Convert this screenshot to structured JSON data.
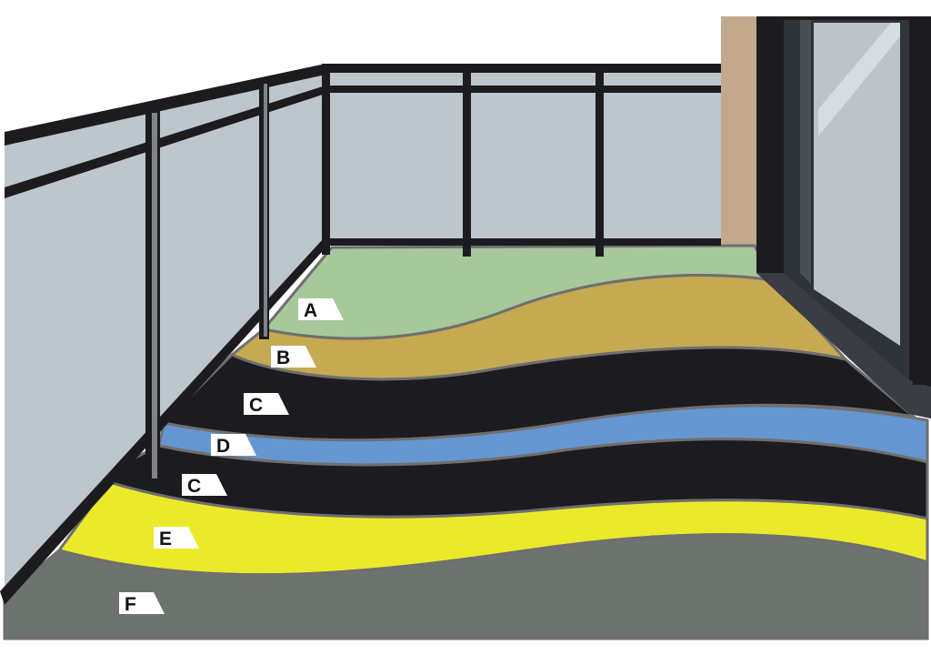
{
  "layers": [
    {
      "id": "A",
      "label": "A",
      "color": "#a7c89a"
    },
    {
      "id": "B",
      "label": "B",
      "color": "#c5aa52"
    },
    {
      "id": "C1",
      "label": "C",
      "color": "#1c1c20"
    },
    {
      "id": "D",
      "label": "D",
      "color": "#6696cf"
    },
    {
      "id": "C2",
      "label": "C",
      "color": "#1c1c20"
    },
    {
      "id": "E",
      "label": "E",
      "color": "#ebea2a"
    },
    {
      "id": "F",
      "label": "F",
      "color": "#6d736e"
    }
  ],
  "colors": {
    "glass": "#bdc6cc",
    "rail": "#1c1c20",
    "post_highlight": "#7e858a",
    "wall": "#c3a98b",
    "window_frame": "#2a2d33",
    "window_glass": "#bcc4ca",
    "outline": "#6f6f6f"
  }
}
